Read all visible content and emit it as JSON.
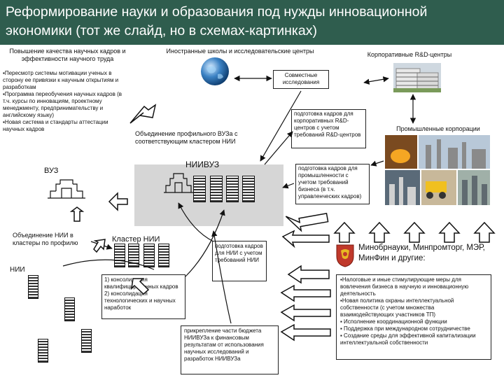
{
  "title": "Реформирование науки и образования под нужды инновационной экономики (тот же слайд, но в схемах-картинках)",
  "top_left_label": "Повышение качества научных кадров и эффективности научного труда",
  "top_center_label": "Иностранные школы и исследовательские центры",
  "top_right_label": "Корпоративные R&D-центры",
  "motivation_text": "▪Пересмотр системы мотивации ученых в сторону ее привязки к научным открытиям и разработкам\n▪Программа переобучения научных кадров (в т.ч. курсы по инновациям, проектному менеджменту, предпринимательству и английскому языку)\n▪Новая система и стандарты аттестации научных кадров",
  "joint_research": "Совместные исследования",
  "merger_label": "Объединение профильного ВУЗа с соответствующим кластером НИИ",
  "niivuz_label": "НИИВУЗ",
  "vuz_label": "ВУЗ",
  "rd_training": "подготовка кадров для корпоративных R&D-центров с учетом требований R&D-центров",
  "industrial_label": "Промышленные корпорации",
  "business_training": "подготовка кадров для промышленности с учетом требований бизнеса (в т.ч. управленческих кадров)",
  "cluster_merge_label": "Объединение НИИ в кластеры по профилю",
  "nii_label": "НИИ",
  "cluster_nii_label": "Кластер НИИ",
  "nii_training": "подготовка кадров для НИИ с учетом требований НИИ",
  "consolidation": "1) консолидация квалифицированных кадров\n2) консолидация технологических и научных наработок",
  "budget_text": "прикрепление части бюджета НИИВУЗа к финансовым результатам от использования научных исследований и разработок НИИВУЗа",
  "ministries": "Минобрнауки, Минпромторг, МЭР, МинФин и другие:",
  "measures_text": "▪Налоговые и иные стимулирующие меры для вовлечения бизнеса в научную и инновационную деятельность\n▪Новая политика охраны интеллектуальной собственности (с учетом множества взаимодействующих участников ТП)\n▪ Исполнение координационной функции\n▪ Поддержка при международном сотрудничестве\n▪ Создание среды для эффективной капитализации интеллектуальной собственности",
  "colors": {
    "header": "#2f5d4e",
    "gray_zone": "#d6d6d6",
    "ministry_red": "#c0392b"
  }
}
